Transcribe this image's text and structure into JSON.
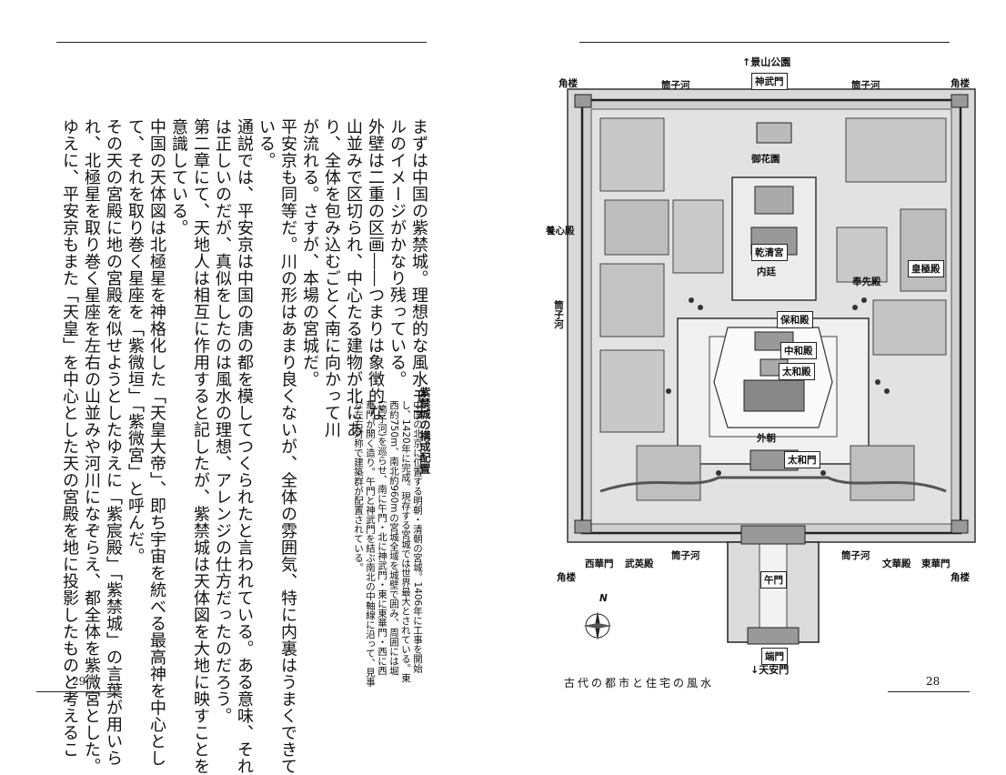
{
  "left_page": {
    "columns": [
      "まずは中国の紫禁城。理想的な風水モデ",
      "ルのイメージがかなり残っている。",
      "外壁は二重の区画――つまりは象徴的な",
      "山並みで区切られ、中心たる建物が北にあ",
      "り、全体を包み込むごとく南に向かって川",
      "が流れる。さすが、本場の宮城だ。",
      "平安京も同等だ。川の形はあまり良くないが、全体の雰囲気、特に内裏はうまくできて",
      "いる。",
      "通説では、平安京は中国の唐の都を模してつくられたと言われている。ある意味、それ",
      "は正しいのだが、真似をしたのは風水の理想、アレンジの仕方だったのだろう。",
      "第二章にて、天地人は相互に作用すると記したが、紫禁城は天体図を大地に映すことを",
      "意識している。",
      "中国の天体図は北極星を神格化した「天皇大帝」、即ち宇宙を統べる最高神を中心とし",
      "て、それを取り巻く星座を「紫微垣」「紫微宮」と呼んだ。",
      "その天の宮殿に地の宮殿を似せようとしたゆえに「紫宸殿」「紫禁城」の言葉が用いら",
      "れ、北極星を取り巻く星座を左右の山並みや河川になぞらえ、都全体を紫微宮とした。",
      "ゆえに、平安京もまた「天皇」を中心とした天の宮殿を地に投影したものと考えるこ"
    ],
    "page_number": "29"
  },
  "caption": {
    "title": "紫禁城の構成配置",
    "lines": [
      "中国の北京に位置する明朝・清朝の宮城。1406年に工事を開始",
      "し、1420年に完成。現存する宮城では世界最大とされている。東",
      "西約750m、南北約960mの宮城全域を城壁で囲み、周囲には堀",
      "(筒子河)を巡らせ、南に午門・北に神武門・東に東華門・西に西",
      "華門が開く造り。午門と神武門を結ぶ南北の中軸線に沿って、見事",
      "な左右対称で建築群が配置されている。"
    ]
  },
  "map": {
    "top_arrow": "↑景山公園",
    "bottom_arrow": "↓天安門",
    "north": "N",
    "labels": {
      "kakuro": "角楼",
      "tongzihe": "筒子河",
      "shenwumen": "神武門",
      "yuhuayuan": "御花園",
      "yangxindian": "養心殿",
      "qianqinggong": "乾清宮",
      "neiting": "内廷",
      "fengxiandian": "奉先殿",
      "huangjidian": "皇極殿",
      "baohedian": "保和殿",
      "zhonghedian": "中和殿",
      "taihedian": "太和殿",
      "waichao": "外朝",
      "taihemen": "太和門",
      "wuyingdian": "武英殿",
      "xihuamen": "西華門",
      "wumen": "午門",
      "wenhuadian": "文華殿",
      "donghuamen": "東華門",
      "duanmen": "端門"
    }
  },
  "right_page": {
    "footer_title": "古代の都市と住宅の風水",
    "page_number": "28"
  }
}
